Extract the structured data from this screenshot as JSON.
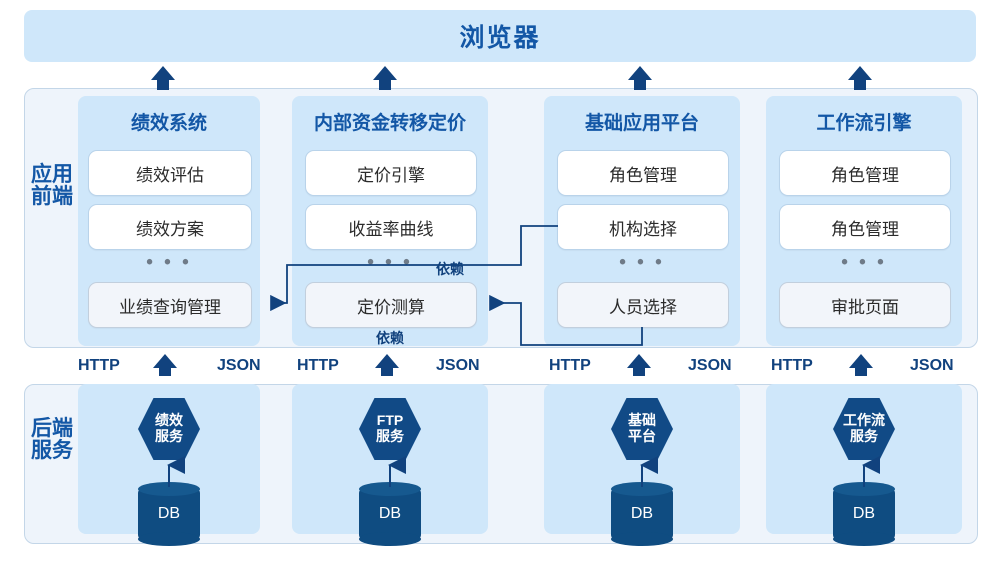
{
  "browser": {
    "title": "浏览器"
  },
  "sections": {
    "frontend": {
      "label": "应用前端"
    },
    "backend": {
      "label": "后端服务"
    }
  },
  "protocol": {
    "request": "HTTP",
    "response": "JSON"
  },
  "dependency": {
    "label": "依赖"
  },
  "columns": [
    {
      "title": "绩效系统",
      "modules": [
        "绩效评估",
        "绩效方案"
      ],
      "ellipsis": "• • •",
      "last_module": "业绩查询管理",
      "service": {
        "line1": "绩效",
        "line2": "服务"
      },
      "db": "DB"
    },
    {
      "title": "内部资金转移定价",
      "modules": [
        "定价引擎",
        "收益率曲线"
      ],
      "ellipsis": "• • •",
      "last_module": "定价测算",
      "service": {
        "line1": "FTP",
        "line2": "服务"
      },
      "db": "DB"
    },
    {
      "title": "基础应用平台",
      "modules": [
        "角色管理",
        "机构选择"
      ],
      "ellipsis": "• • •",
      "last_module": "人员选择",
      "service": {
        "line1": "基础",
        "line2": "平台"
      },
      "db": "DB"
    },
    {
      "title": "工作流引擎",
      "modules": [
        "角色管理",
        "角色管理"
      ],
      "ellipsis": "• • •",
      "last_module": "审批页面",
      "service": {
        "line1": "工作流",
        "line2": "服务"
      },
      "db": "DB"
    }
  ],
  "dependency_edges": [
    {
      "from": "机构选择",
      "to": "业绩查询管理",
      "label": "依赖"
    },
    {
      "from": "人员选择",
      "to": "定价测算",
      "label": "依赖"
    }
  ],
  "colors": {
    "banner_bg": "#cfe7fa",
    "panel_bg": "#eef4fb",
    "accent_text": "#1357a6",
    "service_fill": "#114a86",
    "db_fill": "#0f4c81",
    "arrow": "#11427e"
  }
}
